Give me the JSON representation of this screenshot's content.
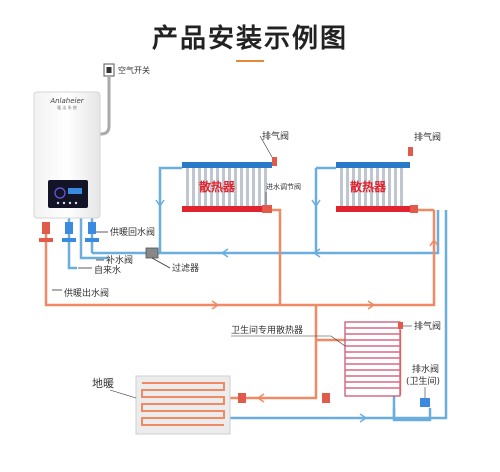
{
  "title": "产品安装示例图",
  "labels": {
    "air_switch": "空气开关",
    "boiler_brand": "Anlaheier",
    "boiler_brand_sub": "暖 洁 系 统",
    "radiator_1": "散热器",
    "radiator_2": "散热器",
    "exhaust_valve_1": "排气阀",
    "exhaust_valve_2": "排气阀",
    "exhaust_valve_3": "排气阀",
    "inlet_valve": "进水调节阀",
    "heating_return_valve": "供暖回水阀",
    "refill_valve": "补水阀",
    "tap_water": "自来水",
    "filter": "过滤器",
    "heating_outlet_valve": "供暖出水阀",
    "bathroom_radiator": "卫生间专用散热器",
    "floor_heating": "地暖",
    "drain_valve": "排水阀",
    "drain_valve_location": "(卫生间)"
  },
  "colors": {
    "hot_pipe": "#f08a64",
    "cold_pipe": "#6aaee0",
    "radiator_red": "#e0232e",
    "radiator_blue": "#2a78c8"
  }
}
